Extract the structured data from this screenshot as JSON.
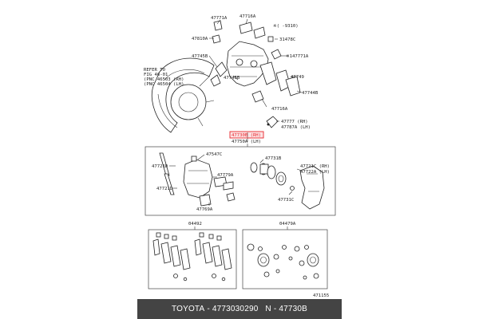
{
  "highlight_color": "#e8242b",
  "labels": {
    "l47771A": "47771A",
    "l47716A_top": "47716A",
    "l9310": "※(  -9310)",
    "l47810A": "47810A",
    "l31478C": "31478C",
    "l47745B_top": "47745B",
    "l147771A": "※147771A",
    "refer1": "REFER TO",
    "refer2": "FIG 46-01",
    "refer3": "(PNC 46503 (RH)",
    "refer4": "(PNC 46504 (LH)",
    "l47745B_mid": "47745B",
    "l47749": "47749",
    "l47744B": "47744B",
    "l47716A_bot": "47716A",
    "l47777": "47777 (RH)",
    "l47787A": "47787A (LH)",
    "l47730B": "47730B (RH)",
    "l47750A": "47750A (LH)",
    "l47547C": "47547C",
    "l47721D_a": "47721D",
    "l47731B": "47731B",
    "l47721C": "47721C (RH)",
    "l47722A": "47722A (LH)",
    "l47779A": "47779A",
    "l47721D_b": "47721D",
    "l47731C": "47731C",
    "l47769A": "47769A",
    "l04492": "04492",
    "l04479A": "04479A",
    "l471155": "471155"
  },
  "footer": {
    "brand": "TOYOTA",
    "sep1": " - ",
    "part_number": "4773030290",
    "sep2": "   N - ",
    "code": "47730B"
  }
}
